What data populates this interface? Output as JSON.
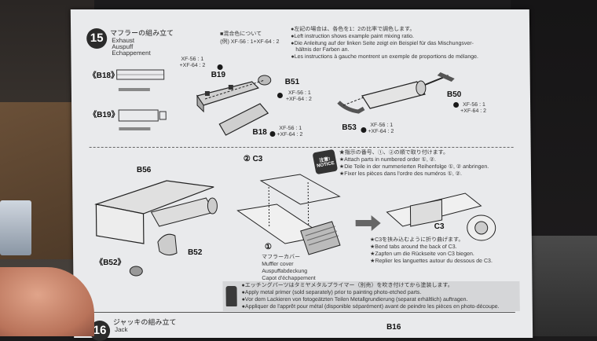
{
  "step15": {
    "number": "15",
    "title_jp": "マフラーの組み立て",
    "title_en": "Exhaust",
    "title_de": "Auspuff",
    "title_fr": "Echappement"
  },
  "mix_note": {
    "header_jp": "■混合色について",
    "example": "(例) XF-56 : 1+XF-64 : 2",
    "jp": "●左記の場合は、各色を1：2の比率で調色します。",
    "en": "●Left instruction shows example paint mixing ratio.",
    "de_1": "●Die Anleitung auf der linken Seite zeigt ein Beispiel für das Mischungsver-",
    "de_2": "hältnis der Farben an.",
    "fr": "●Les instructions à gauche montrent un exemple de proportions de mélange."
  },
  "parts": {
    "b18": "B18",
    "b19": "B19",
    "b18_ref": "《B18》",
    "b19_ref": "《B19》",
    "b51": "B51",
    "b50": "B50",
    "b53": "B53",
    "b56": "B56",
    "b52": "B52",
    "b52_ref": "《B52》",
    "c3": "C3",
    "c3_step": "② C3",
    "c3_right": "C3"
  },
  "colors": {
    "a_1": "XF-56 : 1",
    "a_2": "+XF-64 : 2"
  },
  "notice": {
    "badge_1": "注意!",
    "badge_2": "NOTICE",
    "jp": "★指示の番号、①、②の順で取り付けます。",
    "en": "★Attach parts in numbered order ①, ②.",
    "de": "★Die Teile in der nummerierten Reihenfolge ①, ② anbringen.",
    "fr": "★Fixer les pièces dans l'ordre des numéros ①, ②."
  },
  "muffler_cover": {
    "num": "①",
    "jp": "マフラーカバー",
    "en": "Muffler cover",
    "de": "Auspuffabdeckung",
    "fr": "Capot d'échappement"
  },
  "bend_note": {
    "jp": "★C3を挟み込むように折り曲げます。",
    "en": "★Bend tabs around the back of C3.",
    "de": "★Zapfen um die Rückseite von C3 biegen.",
    "fr": "★Replier les languettes autour du dessous de C3."
  },
  "metal_note": {
    "jp": "●エッチングパーツはタミヤメタルプライマー（別売）を吹き付けてから塗装します。",
    "en": "●Apply metal primer (sold separately) prior to painting photo-etched parts.",
    "de": "●Vor dem Lackieren von fotogeätzten Teilen Metallgrundierung (separat erhältlich) auftragen.",
    "fr": "●Appliquer de l'apprêt pour métal (disponible séparément) avant de peindre les pièces en photo-découpe."
  },
  "step16": {
    "number": "16",
    "title_jp": "ジャッキの組み立て",
    "title_en": "Jack",
    "part": "B16"
  }
}
